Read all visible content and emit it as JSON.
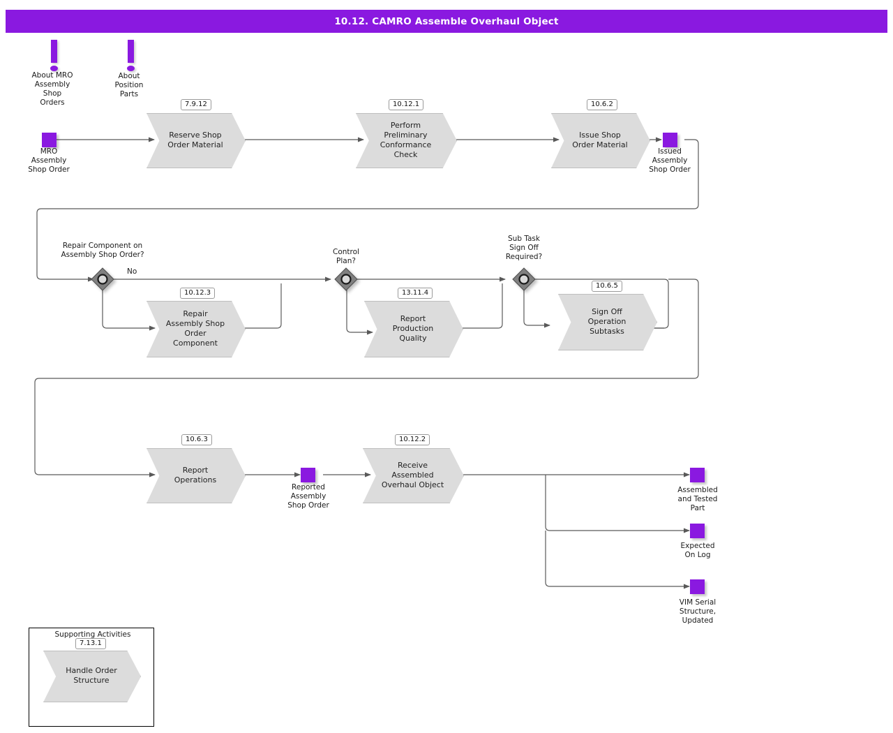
{
  "header": {
    "title": "10.12. CAMRO Assemble Overhaul Object"
  },
  "colors": {
    "accent": "#8A19E0",
    "process_fill": "#DCDCDC",
    "process_stroke": "#BEBEBE",
    "decision_fill": "#808080",
    "connector": "#595959"
  },
  "notes": [
    {
      "name": "about-mro-assembly-shop-orders",
      "label": "About MRO\nAssembly\nShop\nOrders",
      "icon": "exclamation-icon"
    },
    {
      "name": "about-position-parts",
      "label": "About\nPosition\nParts",
      "icon": "exclamation-icon"
    }
  ],
  "objects": [
    {
      "name": "mro-assembly-shop-order",
      "label": "MRO\nAssembly\nShop Order"
    },
    {
      "name": "issued-assembly-shop-order",
      "label": "Issued\nAssembly\nShop Order"
    },
    {
      "name": "reported-assembly-shop-order",
      "label": "Reported\nAssembly\nShop Order"
    },
    {
      "name": "assembled-and-tested-part",
      "label": "Assembled\nand Tested\nPart"
    },
    {
      "name": "expected-on-log",
      "label": "Expected\nOn Log"
    },
    {
      "name": "vim-serial-structure-updated",
      "label": "VIM Serial\nStructure,\nUpdated"
    }
  ],
  "processes": [
    {
      "name": "reserve-shop-order-material",
      "code": "7.9.12",
      "label": "Reserve Shop\nOrder Material"
    },
    {
      "name": "perform-preliminary-conformance-check",
      "code": "10.12.1",
      "label": "Perform\nPreliminary\nConformance\nCheck"
    },
    {
      "name": "issue-shop-order-material",
      "code": "10.6.2",
      "label": "Issue Shop\nOrder Material"
    },
    {
      "name": "repair-assembly-shop-order-component",
      "code": "10.12.3",
      "label": "Repair\nAssembly Shop\nOrder\nComponent"
    },
    {
      "name": "report-production-quality",
      "code": "13.11.4",
      "label": "Report\nProduction\nQuality"
    },
    {
      "name": "sign-off-operation-subtasks",
      "code": "10.6.5",
      "label": "Sign Off\nOperation\nSubtasks"
    },
    {
      "name": "report-operations",
      "code": "10.6.3",
      "label": "Report\nOperations"
    },
    {
      "name": "receive-assembled-overhaul-object",
      "code": "10.12.2",
      "label": "Receive\nAssembled\nOverhaul Object"
    }
  ],
  "decisions": [
    {
      "name": "repair-component-decision",
      "label": "Repair Component on\nAssembly Shop Order?",
      "branch_label": "No"
    },
    {
      "name": "control-plan-decision",
      "label": "Control\nPlan?",
      "branch_label": ""
    },
    {
      "name": "sub-task-sign-off-decision",
      "label": "Sub Task\nSign Off\nRequired?",
      "branch_label": ""
    }
  ],
  "supporting": {
    "title": "Supporting Activities",
    "process": {
      "name": "handle-order-structure",
      "code": "7.13.1",
      "label": "Handle Order\nStructure"
    }
  }
}
